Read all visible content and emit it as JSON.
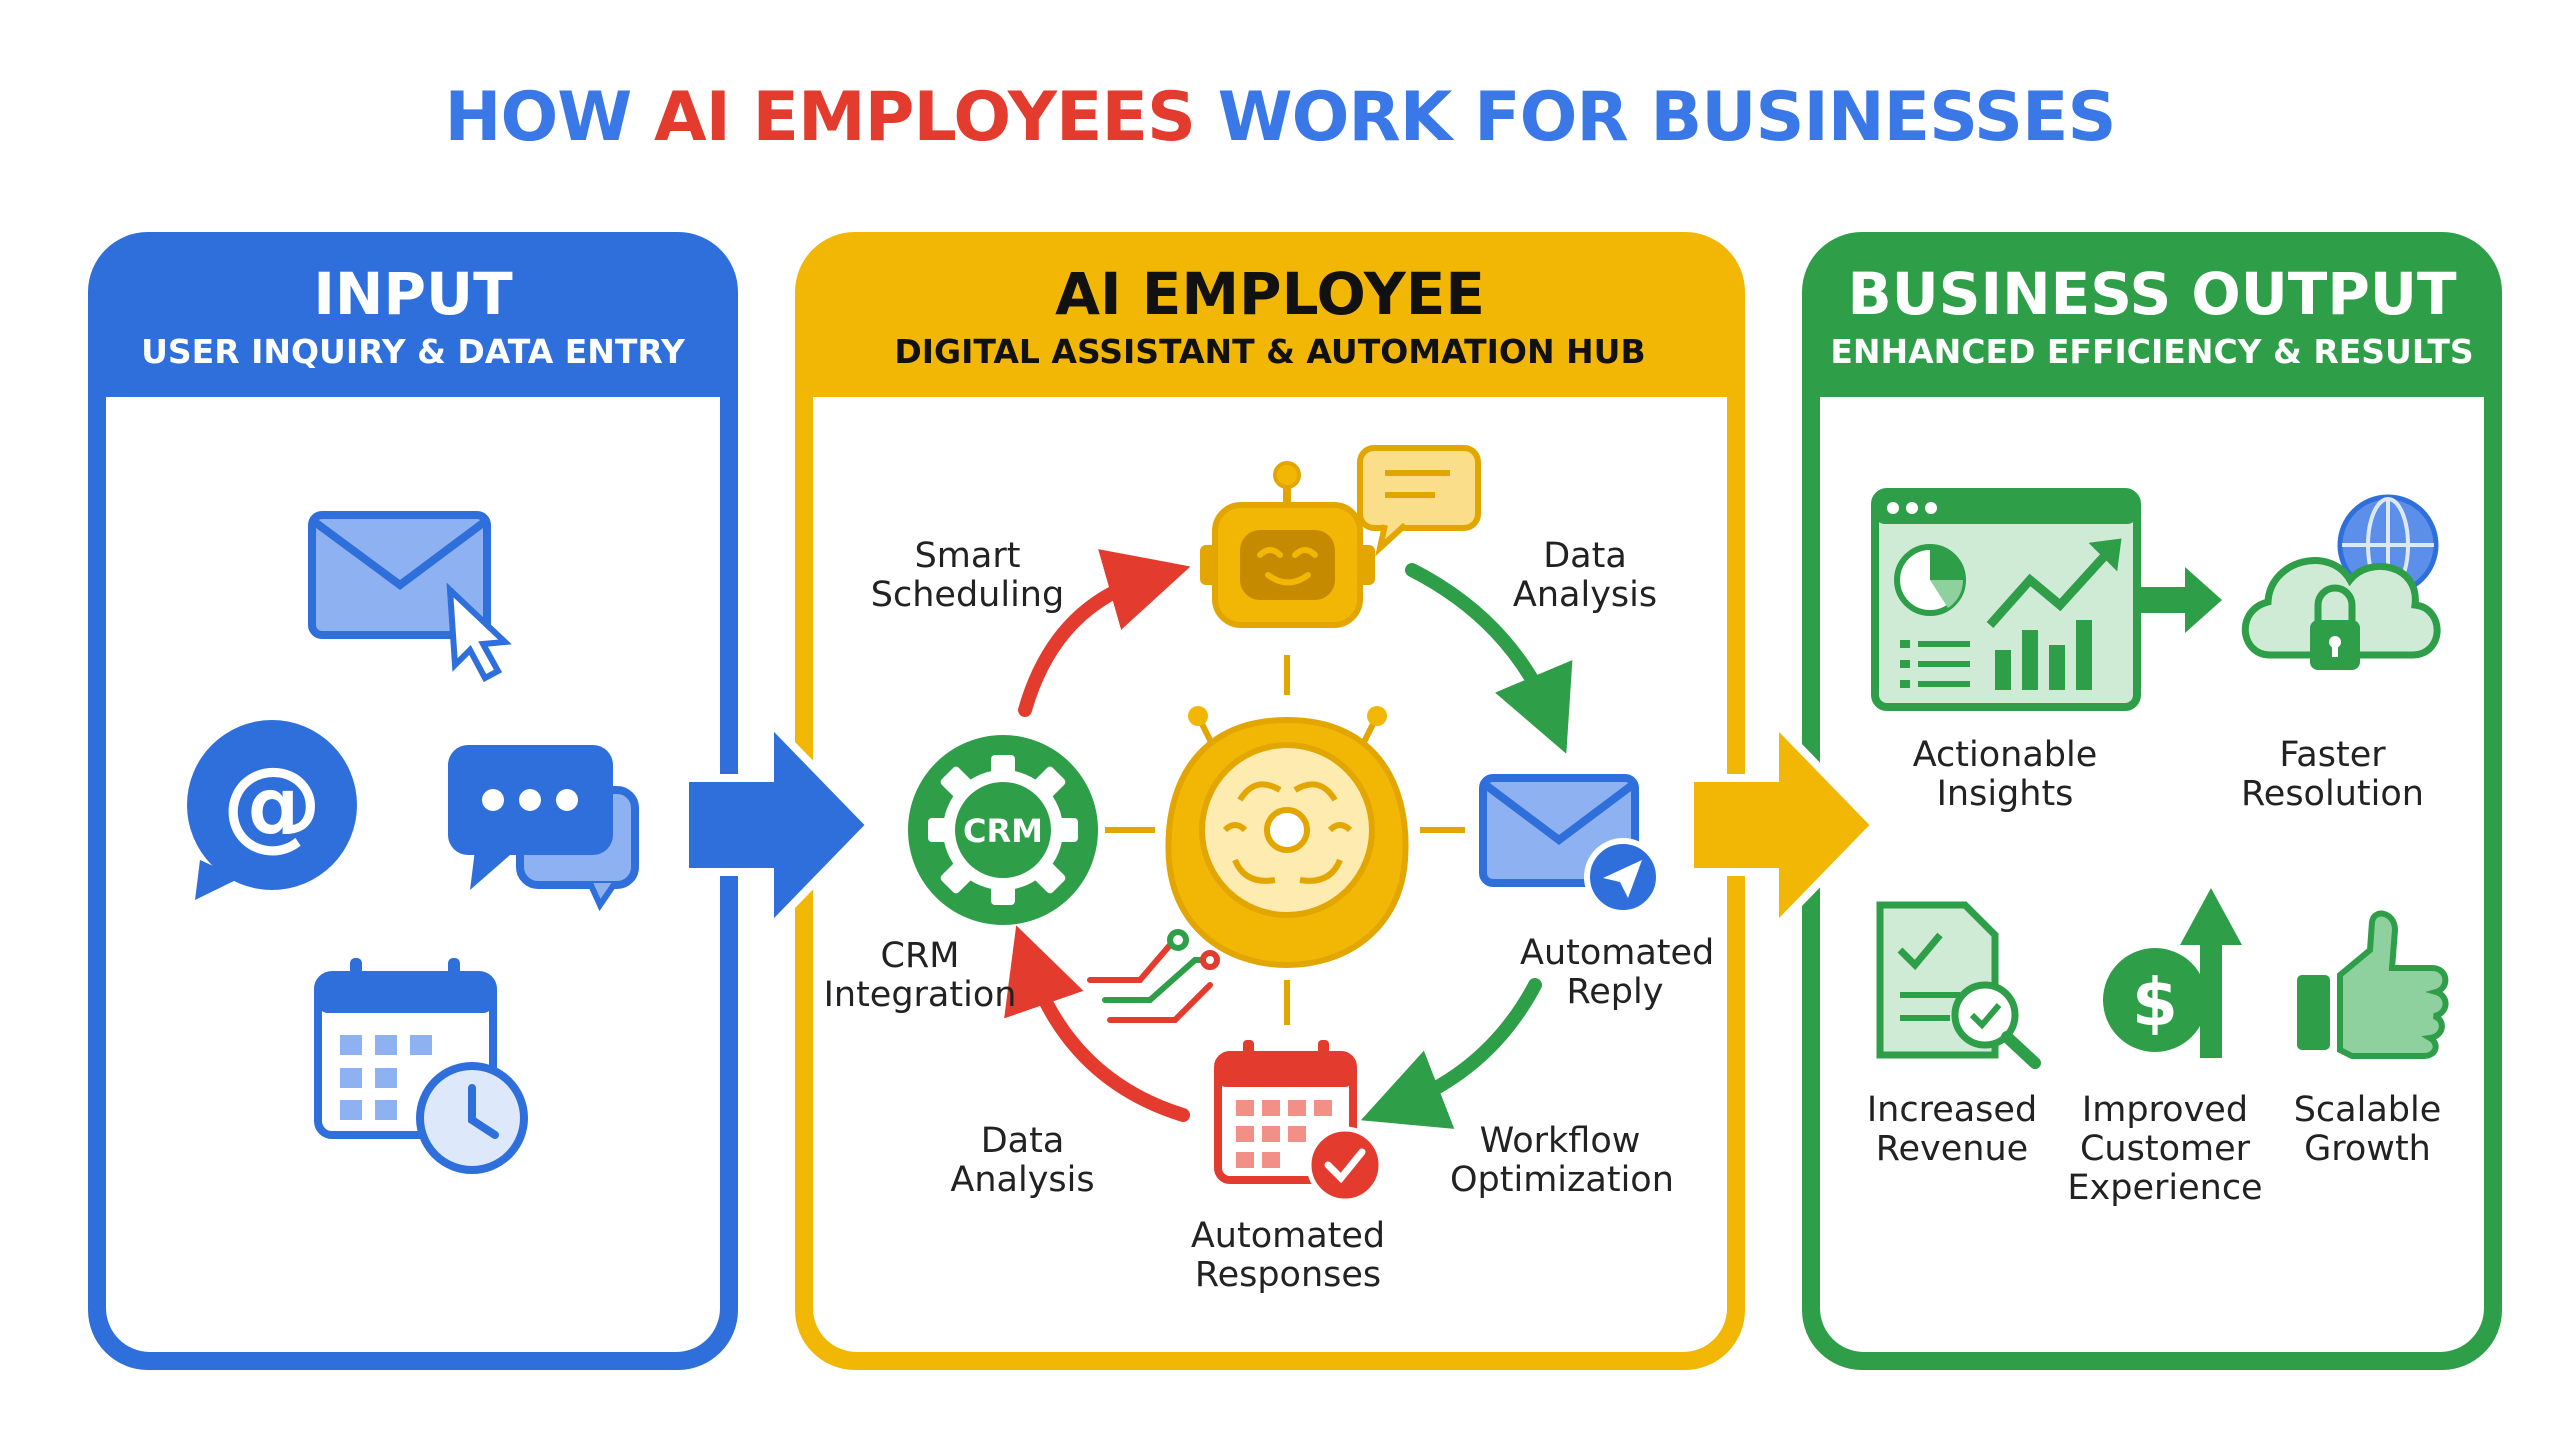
{
  "title": {
    "part1": "HOW ",
    "part2": "AI EMPLOYEES",
    "part3": " WORK FOR BUSINESSES"
  },
  "panels": {
    "input": {
      "heading": "INPUT",
      "subheading": "USER INQUIRY & DATA ENTRY",
      "color": "#2F6FDB"
    },
    "ai": {
      "heading": "AI EMPLOYEE",
      "subheading": "DIGITAL ASSISTANT & AUTOMATION HUB",
      "color": "#F2B705"
    },
    "output": {
      "heading": "BUSINESS OUTPUT",
      "subheading": "ENHANCED EFFICIENCY & RESULTS",
      "color": "#2E9E48"
    }
  },
  "input_icons": [
    "email-cursor-icon",
    "at-sign-chat-icon",
    "chat-bubbles-icon",
    "calendar-clock-icon"
  ],
  "ai_cycle": {
    "center_icon": "ai-brain-head-icon",
    "crm_badge": "CRM",
    "labels": {
      "smart_scheduling": "Smart Scheduling",
      "data_analysis_top": "Data Analysis",
      "crm_integration": "CRM Integration",
      "automated_reply": "Automated Reply",
      "data_analysis_bottom": "Data Analysis",
      "workflow_optimization": "Workflow Optimization",
      "automated_responses": "Automated Responses"
    }
  },
  "outputs": {
    "actionable_insights": "Actionable Insights",
    "faster_resolution": "Faster Resolution",
    "increased_revenue": "Increased Revenue",
    "improved_customer_experience": "Improved Customer Experience",
    "scalable_growth": "Scalable Growth",
    "dollar_sign": "$"
  },
  "colors": {
    "blue": "#2F6FDB",
    "red": "#E33B2E",
    "yellow": "#F2B705",
    "green": "#2E9E48"
  }
}
